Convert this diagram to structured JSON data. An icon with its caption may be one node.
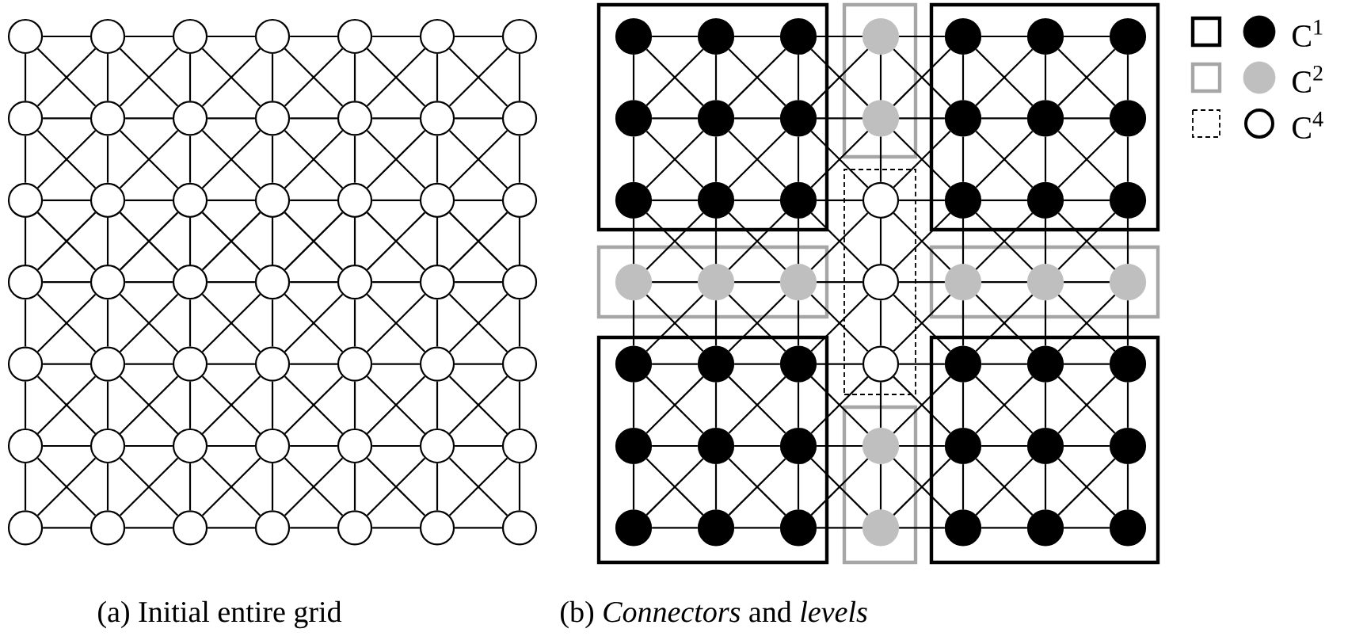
{
  "diagram": {
    "nodes": [
      {
        "text": [],
        "shape": "circle"
      },
      {
        "text": [],
        "shape": "circle"
      },
      {
        "text": [],
        "shape": "circle"
      },
      {
        "text": [],
        "shape": "circle"
      },
      {
        "text": [],
        "shape": "circle"
      },
      {
        "text": [],
        "shape": "circle"
      },
      {
        "text": [],
        "shape": "circle"
      },
      {
        "text": [],
        "shape": "circle"
      },
      {
        "text": [],
        "shape": "circle"
      },
      {
        "text": [],
        "shape": "circle"
      },
      {
        "text": [],
        "shape": "circle"
      },
      {
        "text": [],
        "shape": "circle"
      },
      {
        "text": [],
        "shape": "circle"
      },
      {
        "text": [],
        "shape": "circle"
      },
      {
        "text": [],
        "shape": "circle"
      },
      {
        "text": [],
        "shape": "circle"
      },
      {
        "text": [],
        "shape": "circle"
      },
      {
        "text": [],
        "shape": "circle"
      },
      {
        "text": [],
        "shape": "circle"
      },
      {
        "text": [],
        "shape": "circle"
      },
      {
        "text": [],
        "shape": "circle"
      },
      {
        "text": [],
        "shape": "circle"
      },
      {
        "text": [],
        "shape": "circle"
      },
      {
        "text": [],
        "shape": "circle"
      },
      {
        "text": [],
        "shape": "circle"
      },
      {
        "text": [],
        "shape": "circle"
      },
      {
        "text": [],
        "shape": "circle"
      },
      {
        "text": [],
        "shape": "circle"
      },
      {
        "text": [],
        "shape": "circle"
      },
      {
        "text": [],
        "shape": "circle"
      },
      {
        "text": [],
        "shape": "circle"
      },
      {
        "text": [],
        "shape": "circle"
      },
      {
        "text": [],
        "shape": "circle"
      },
      {
        "text": [],
        "shape": "circle"
      },
      {
        "text": [],
        "shape": "circle"
      },
      {
        "text": [],
        "shape": "circle"
      },
      {
        "text": [],
        "shape": "circle"
      },
      {
        "text": [],
        "shape": "circle"
      },
      {
        "text": [],
        "shape": "circle"
      },
      {
        "text": [],
        "shape": "circle"
      },
      {
        "text": [],
        "shape": "circle"
      },
      {
        "text": [],
        "shape": "circle"
      },
      {
        "text": [],
        "shape": "circle"
      },
      {
        "text": [],
        "shape": "circle"
      },
      {
        "text": [],
        "shape": "circle"
      },
      {
        "text": [],
        "shape": "circle"
      },
      {
        "text": [],
        "shape": "circle"
      },
      {
        "text": [],
        "shape": "circle"
      },
      {
        "text": [],
        "shape": "circle"
      },
      {
        "text": [],
        "shape": "box"
      },
      {
        "text": [],
        "shape": "box"
      },
      {
        "text": [],
        "shape": "box"
      },
      {
        "text": [],
        "shape": "box"
      },
      {
        "text": [],
        "shape": "box"
      },
      {
        "text": [],
        "shape": "box"
      },
      {
        "text": [],
        "shape": "box"
      },
      {
        "text": [],
        "shape": "box"
      },
      {
        "text": [],
        "shape": "box"
      },
      {
        "text": [],
        "shape": "circle",
        "in": 49
      },
      {
        "text": [],
        "shape": "circle",
        "in": 49
      },
      {
        "text": [],
        "shape": "circle",
        "in": 49
      },
      {
        "text": [],
        "shape": "circle",
        "in": 50
      },
      {
        "text": [],
        "shape": "circle",
        "in": 51
      },
      {
        "text": [],
        "shape": "circle",
        "in": 51
      },
      {
        "text": [],
        "shape": "circle",
        "in": 51
      },
      {
        "text": [],
        "shape": "circle",
        "in": 49
      },
      {
        "text": [],
        "shape": "circle",
        "in": 49
      },
      {
        "text": [],
        "shape": "circle",
        "in": 49
      },
      {
        "text": [],
        "shape": "circle",
        "in": 50
      },
      {
        "text": [],
        "shape": "circle",
        "in": 51
      },
      {
        "text": [],
        "shape": "circle",
        "in": 51
      },
      {
        "text": [],
        "shape": "circle",
        "in": 51
      },
      {
        "text": [],
        "shape": "circle",
        "in": 49
      },
      {
        "text": [],
        "shape": "circle",
        "in": 49
      },
      {
        "text": [],
        "shape": "circle",
        "in": 49
      },
      {
        "text": [],
        "shape": "circle",
        "in": 53
      },
      {
        "text": [],
        "shape": "circle",
        "in": 51
      },
      {
        "text": [],
        "shape": "circle",
        "in": 51
      },
      {
        "text": [],
        "shape": "circle",
        "in": 51
      },
      {
        "text": [],
        "shape": "circle",
        "in": 52
      },
      {
        "text": [],
        "shape": "circle",
        "in": 52
      },
      {
        "text": [],
        "shape": "circle",
        "in": 52
      },
      {
        "text": [],
        "shape": "circle",
        "in": 53
      },
      {
        "text": [],
        "shape": "circle",
        "in": 54
      },
      {
        "text": [],
        "shape": "circle",
        "in": 54
      },
      {
        "text": [],
        "shape": "circle",
        "in": 54
      },
      {
        "text": [],
        "shape": "circle",
        "in": 55
      },
      {
        "text": [],
        "shape": "circle",
        "in": 55
      },
      {
        "text": [],
        "shape": "circle",
        "in": 55
      },
      {
        "text": [],
        "shape": "circle",
        "in": 53
      },
      {
        "text": [],
        "shape": "circle",
        "in": 57
      },
      {
        "text": [],
        "shape": "circle",
        "in": 57
      },
      {
        "text": [],
        "shape": "circle",
        "in": 57
      },
      {
        "text": [],
        "shape": "circle",
        "in": 55
      },
      {
        "text": [],
        "shape": "circle",
        "in": 55
      },
      {
        "text": [],
        "shape": "circle",
        "in": 55
      },
      {
        "text": [],
        "shape": "circle",
        "in": 56
      },
      {
        "text": [],
        "shape": "circle",
        "in": 57
      },
      {
        "text": [],
        "shape": "circle",
        "in": 57
      },
      {
        "text": [],
        "shape": "circle",
        "in": 57
      },
      {
        "text": [],
        "shape": "circle",
        "in": 55
      },
      {
        "text": [],
        "shape": "circle",
        "in": 55
      },
      {
        "text": [],
        "shape": "circle",
        "in": 55
      },
      {
        "text": [],
        "shape": "circle",
        "in": 56
      },
      {
        "text": [],
        "shape": "circle",
        "in": 57
      },
      {
        "text": [],
        "shape": "circle",
        "in": 57
      },
      {
        "text": [],
        "shape": "circle",
        "in": 57
      }
    ],
    "edges": [
      {
        "from": 0,
        "to": 1,
        "arrow": "none"
      },
      {
        "from": 1,
        "to": 2,
        "arrow": "none"
      },
      {
        "from": 2,
        "to": 3,
        "arrow": "none"
      },
      {
        "from": 3,
        "to": 4,
        "arrow": "none"
      },
      {
        "from": 4,
        "to": 5,
        "arrow": "none"
      },
      {
        "from": 5,
        "to": 6,
        "arrow": "none"
      },
      {
        "from": 7,
        "to": 8,
        "arrow": "none"
      },
      {
        "from": 8,
        "to": 9,
        "arrow": "none"
      },
      {
        "from": 9,
        "to": 10,
        "arrow": "none"
      },
      {
        "from": 10,
        "to": 11,
        "arrow": "none"
      },
      {
        "from": 11,
        "to": 12,
        "arrow": "none"
      },
      {
        "from": 12,
        "to": 13,
        "arrow": "none"
      },
      {
        "from": 14,
        "to": 15,
        "arrow": "none"
      },
      {
        "from": 15,
        "to": 16,
        "arrow": "none"
      },
      {
        "from": 16,
        "to": 17,
        "arrow": "none"
      },
      {
        "from": 17,
        "to": 18,
        "arrow": "none"
      },
      {
        "from": 18,
        "to": 19,
        "arrow": "none"
      },
      {
        "from": 19,
        "to": 20,
        "arrow": "none"
      },
      {
        "from": 21,
        "to": 22,
        "arrow": "none"
      },
      {
        "from": 22,
        "to": 23,
        "arrow": "none"
      },
      {
        "from": 23,
        "to": 24,
        "arrow": "none"
      },
      {
        "from": 24,
        "to": 25,
        "arrow": "none"
      },
      {
        "from": 25,
        "to": 26,
        "arrow": "none"
      },
      {
        "from": 26,
        "to": 27,
        "arrow": "none"
      },
      {
        "from": 28,
        "to": 29,
        "arrow": "none"
      },
      {
        "from": 29,
        "to": 30,
        "arrow": "none"
      },
      {
        "from": 30,
        "to": 31,
        "arrow": "none"
      },
      {
        "from": 31,
        "to": 32,
        "arrow": "none"
      },
      {
        "from": 32,
        "to": 33,
        "arrow": "none"
      },
      {
        "from": 33,
        "to": 34,
        "arrow": "none"
      },
      {
        "from": 35,
        "to": 36,
        "arrow": "none"
      },
      {
        "from": 36,
        "to": 37,
        "arrow": "none"
      },
      {
        "from": 37,
        "to": 38,
        "arrow": "none"
      },
      {
        "from": 38,
        "to": 39,
        "arrow": "none"
      },
      {
        "from": 39,
        "to": 40,
        "arrow": "none"
      },
      {
        "from": 40,
        "to": 41,
        "arrow": "none"
      },
      {
        "from": 42,
        "to": 43,
        "arrow": "none"
      },
      {
        "from": 43,
        "to": 44,
        "arrow": "none"
      },
      {
        "from": 44,
        "to": 45,
        "arrow": "none"
      },
      {
        "from": 45,
        "to": 46,
        "arrow": "none"
      },
      {
        "from": 46,
        "to": 47,
        "arrow": "none"
      },
      {
        "from": 47,
        "to": 48,
        "arrow": "none"
      },
      {
        "from": 0,
        "to": 7,
        "arrow": "none"
      },
      {
        "from": 1,
        "to": 8,
        "arrow": "none"
      },
      {
        "from": 2,
        "to": 9,
        "arrow": "none"
      },
      {
        "from": 3,
        "to": 10,
        "arrow": "none"
      },
      {
        "from": 4,
        "to": 11,
        "arrow": "none"
      },
      {
        "from": 5,
        "to": 12,
        "arrow": "none"
      },
      {
        "from": 6,
        "to": 13,
        "arrow": "none"
      },
      {
        "from": 7,
        "to": 14,
        "arrow": "none"
      },
      {
        "from": 8,
        "to": 15,
        "arrow": "none"
      },
      {
        "from": 9,
        "to": 16,
        "arrow": "none"
      },
      {
        "from": 10,
        "to": 17,
        "arrow": "none"
      },
      {
        "from": 11,
        "to": 18,
        "arrow": "none"
      },
      {
        "from": 12,
        "to": 19,
        "arrow": "none"
      },
      {
        "from": 13,
        "to": 20,
        "arrow": "none"
      },
      {
        "from": 14,
        "to": 21,
        "arrow": "none"
      },
      {
        "from": 15,
        "to": 22,
        "arrow": "none"
      },
      {
        "from": 16,
        "to": 23,
        "arrow": "none"
      },
      {
        "from": 17,
        "to": 24,
        "arrow": "none"
      },
      {
        "from": 18,
        "to": 25,
        "arrow": "none"
      },
      {
        "from": 19,
        "to": 26,
        "arrow": "none"
      },
      {
        "from": 20,
        "to": 27,
        "arrow": "none"
      },
      {
        "from": 21,
        "to": 28,
        "arrow": "none"
      },
      {
        "from": 22,
        "to": 29,
        "arrow": "none"
      },
      {
        "from": 23,
        "to": 30,
        "arrow": "none"
      },
      {
        "from": 24,
        "to": 31,
        "arrow": "none"
      },
      {
        "from": 25,
        "to": 32,
        "arrow": "none"
      },
      {
        "from": 26,
        "to": 33,
        "arrow": "none"
      },
      {
        "from": 27,
        "to": 34,
        "arrow": "none"
      },
      {
        "from": 28,
        "to": 35,
        "arrow": "none"
      },
      {
        "from": 29,
        "to": 36,
        "arrow": "none"
      },
      {
        "from": 30,
        "to": 37,
        "arrow": "none"
      },
      {
        "from": 31,
        "to": 38,
        "arrow": "none"
      },
      {
        "from": 32,
        "to": 39,
        "arrow": "none"
      },
      {
        "from": 33,
        "to": 40,
        "arrow": "none"
      },
      {
        "from": 34,
        "to": 41,
        "arrow": "none"
      },
      {
        "from": 35,
        "to": 42,
        "arrow": "none"
      },
      {
        "from": 36,
        "to": 43,
        "arrow": "none"
      },
      {
        "from": 37,
        "to": 44,
        "arrow": "none"
      },
      {
        "from": 38,
        "to": 45,
        "arrow": "none"
      },
      {
        "from": 39,
        "to": 46,
        "arrow": "none"
      },
      {
        "from": 40,
        "to": 47,
        "arrow": "none"
      },
      {
        "from": 41,
        "to": 48,
        "arrow": "none"
      },
      {
        "from": 0,
        "to": 8,
        "arrow": "none"
      },
      {
        "from": 1,
        "to": 9,
        "arrow": "none"
      },
      {
        "from": 2,
        "to": 10,
        "arrow": "none"
      },
      {
        "from": 3,
        "to": 11,
        "arrow": "none"
      },
      {
        "from": 4,
        "to": 12,
        "arrow": "none"
      },
      {
        "from": 5,
        "to": 13,
        "arrow": "none"
      },
      {
        "from": 7,
        "to": 15,
        "arrow": "none"
      },
      {
        "from": 8,
        "to": 16,
        "arrow": "none"
      },
      {
        "from": 9,
        "to": 17,
        "arrow": "none"
      },
      {
        "from": 10,
        "to": 18,
        "arrow": "none"
      },
      {
        "from": 11,
        "to": 19,
        "arrow": "none"
      },
      {
        "from": 12,
        "to": 20,
        "arrow": "none"
      },
      {
        "from": 14,
        "to": 22,
        "arrow": "none"
      },
      {
        "from": 15,
        "to": 23,
        "arrow": "none"
      },
      {
        "from": 16,
        "to": 24,
        "arrow": "none"
      },
      {
        "from": 17,
        "to": 25,
        "arrow": "none"
      },
      {
        "from": 18,
        "to": 26,
        "arrow": "none"
      },
      {
        "from": 19,
        "to": 27,
        "arrow": "none"
      },
      {
        "from": 21,
        "to": 29,
        "arrow": "none"
      },
      {
        "from": 22,
        "to": 30,
        "arrow": "none"
      },
      {
        "from": 23,
        "to": 31,
        "arrow": "none"
      },
      {
        "from": 24,
        "to": 32,
        "arrow": "none"
      },
      {
        "from": 25,
        "to": 33,
        "arrow": "none"
      },
      {
        "from": 26,
        "to": 34,
        "arrow": "none"
      },
      {
        "from": 28,
        "to": 36,
        "arrow": "none"
      },
      {
        "from": 29,
        "to": 37,
        "arrow": "none"
      },
      {
        "from": 30,
        "to": 38,
        "arrow": "none"
      },
      {
        "from": 31,
        "to": 39,
        "arrow": "none"
      },
      {
        "from": 32,
        "to": 40,
        "arrow": "none"
      },
      {
        "from": 33,
        "to": 41,
        "arrow": "none"
      },
      {
        "from": 35,
        "to": 43,
        "arrow": "none"
      },
      {
        "from": 36,
        "to": 44,
        "arrow": "none"
      },
      {
        "from": 37,
        "to": 45,
        "arrow": "none"
      },
      {
        "from": 38,
        "to": 46,
        "arrow": "none"
      },
      {
        "from": 39,
        "to": 47,
        "arrow": "none"
      },
      {
        "from": 40,
        "to": 48,
        "arrow": "none"
      },
      {
        "from": 1,
        "to": 7,
        "arrow": "none"
      },
      {
        "from": 2,
        "to": 8,
        "arrow": "none"
      },
      {
        "from": 3,
        "to": 9,
        "arrow": "none"
      },
      {
        "from": 4,
        "to": 10,
        "arrow": "none"
      },
      {
        "from": 5,
        "to": 11,
        "arrow": "none"
      },
      {
        "from": 6,
        "to": 12,
        "arrow": "none"
      },
      {
        "from": 8,
        "to": 14,
        "arrow": "none"
      },
      {
        "from": 9,
        "to": 15,
        "arrow": "none"
      },
      {
        "from": 10,
        "to": 16,
        "arrow": "none"
      },
      {
        "from": 11,
        "to": 17,
        "arrow": "none"
      },
      {
        "from": 12,
        "to": 18,
        "arrow": "none"
      },
      {
        "from": 13,
        "to": 19,
        "arrow": "none"
      },
      {
        "from": 15,
        "to": 21,
        "arrow": "none"
      },
      {
        "from": 16,
        "to": 22,
        "arrow": "none"
      },
      {
        "from": 17,
        "to": 23,
        "arrow": "none"
      },
      {
        "from": 18,
        "to": 24,
        "arrow": "none"
      },
      {
        "from": 19,
        "to": 25,
        "arrow": "none"
      },
      {
        "from": 20,
        "to": 26,
        "arrow": "none"
      },
      {
        "from": 22,
        "to": 28,
        "arrow": "none"
      },
      {
        "from": 23,
        "to": 29,
        "arrow": "none"
      },
      {
        "from": 24,
        "to": 30,
        "arrow": "none"
      },
      {
        "from": 25,
        "to": 31,
        "arrow": "none"
      },
      {
        "from": 26,
        "to": 32,
        "arrow": "none"
      },
      {
        "from": 27,
        "to": 33,
        "arrow": "none"
      },
      {
        "from": 29,
        "to": 35,
        "arrow": "none"
      },
      {
        "from": 30,
        "to": 36,
        "arrow": "none"
      },
      {
        "from": 31,
        "to": 37,
        "arrow": "none"
      },
      {
        "from": 32,
        "to": 38,
        "arrow": "none"
      },
      {
        "from": 33,
        "to": 39,
        "arrow": "none"
      },
      {
        "from": 34,
        "to": 40,
        "arrow": "none"
      },
      {
        "from": 36,
        "to": 42,
        "arrow": "none"
      },
      {
        "from": 37,
        "to": 43,
        "arrow": "none"
      },
      {
        "from": 38,
        "to": 44,
        "arrow": "none"
      },
      {
        "from": 39,
        "to": 45,
        "arrow": "none"
      },
      {
        "from": 40,
        "to": 46,
        "arrow": "none"
      },
      {
        "from": 41,
        "to": 47,
        "arrow": "none"
      },
      {
        "from": 58,
        "to": 59,
        "arrow": "none"
      },
      {
        "from": 59,
        "to": 60,
        "arrow": "none"
      },
      {
        "from": 60,
        "to": 61,
        "arrow": "none"
      },
      {
        "from": 61,
        "to": 62,
        "arrow": "none"
      },
      {
        "from": 62,
        "to": 63,
        "arrow": "none"
      },
      {
        "from": 63,
        "to": 64,
        "arrow": "none"
      },
      {
        "from": 65,
        "to": 66,
        "arrow": "none"
      },
      {
        "from": 66,
        "to": 67,
        "arrow": "none"
      },
      {
        "from": 67,
        "to": 68,
        "arrow": "none"
      },
      {
        "from": 68,
        "to": 69,
        "arrow": "none"
      },
      {
        "from": 69,
        "to": 70,
        "arrow": "none"
      },
      {
        "from": 70,
        "to": 71,
        "arrow": "none"
      },
      {
        "from": 72,
        "to": 73,
        "arrow": "none"
      },
      {
        "from": 73,
        "to": 74,
        "arrow": "none"
      },
      {
        "from": 74,
        "to": 75,
        "arrow": "none"
      },
      {
        "from": 75,
        "to": 76,
        "arrow": "none"
      },
      {
        "from": 76,
        "to": 77,
        "arrow": "none"
      },
      {
        "from": 77,
        "to": 78,
        "arrow": "none"
      },
      {
        "from": 79,
        "to": 80,
        "arrow": "none"
      },
      {
        "from": 80,
        "to": 81,
        "arrow": "none"
      },
      {
        "from": 81,
        "to": 82,
        "arrow": "none"
      },
      {
        "from": 82,
        "to": 83,
        "arrow": "none"
      },
      {
        "from": 83,
        "to": 84,
        "arrow": "none"
      },
      {
        "from": 84,
        "to": 85,
        "arrow": "none"
      },
      {
        "from": 86,
        "to": 87,
        "arrow": "none"
      },
      {
        "from": 87,
        "to": 88,
        "arrow": "none"
      },
      {
        "from": 88,
        "to": 89,
        "arrow": "none"
      },
      {
        "from": 89,
        "to": 90,
        "arrow": "none"
      },
      {
        "from": 90,
        "to": 91,
        "arrow": "none"
      },
      {
        "from": 91,
        "to": 92,
        "arrow": "none"
      },
      {
        "from": 93,
        "to": 94,
        "arrow": "none"
      },
      {
        "from": 94,
        "to": 95,
        "arrow": "none"
      },
      {
        "from": 95,
        "to": 96,
        "arrow": "none"
      },
      {
        "from": 96,
        "to": 97,
        "arrow": "none"
      },
      {
        "from": 97,
        "to": 98,
        "arrow": "none"
      },
      {
        "from": 98,
        "to": 99,
        "arrow": "none"
      },
      {
        "from": 100,
        "to": 101,
        "arrow": "none"
      },
      {
        "from": 101,
        "to": 102,
        "arrow": "none"
      },
      {
        "from": 102,
        "to": 103,
        "arrow": "none"
      },
      {
        "from": 103,
        "to": 104,
        "arrow": "none"
      },
      {
        "from": 104,
        "to": 105,
        "arrow": "none"
      },
      {
        "from": 105,
        "to": 106,
        "arrow": "none"
      },
      {
        "from": 58,
        "to": 65,
        "arrow": "none"
      },
      {
        "from": 59,
        "to": 66,
        "arrow": "none"
      },
      {
        "from": 60,
        "to": 67,
        "arrow": "none"
      },
      {
        "from": 61,
        "to": 68,
        "arrow": "none"
      },
      {
        "from": 62,
        "to": 69,
        "arrow": "none"
      },
      {
        "from": 63,
        "to": 70,
        "arrow": "none"
      },
      {
        "from": 64,
        "to": 71,
        "arrow": "none"
      },
      {
        "from": 65,
        "to": 72,
        "arrow": "none"
      },
      {
        "from": 66,
        "to": 73,
        "arrow": "none"
      },
      {
        "from": 67,
        "to": 74,
        "arrow": "none"
      },
      {
        "from": 68,
        "to": 75,
        "arrow": "none"
      },
      {
        "from": 69,
        "to": 76,
        "arrow": "none"
      },
      {
        "from": 70,
        "to": 77,
        "arrow": "none"
      },
      {
        "from": 71,
        "to": 78,
        "arrow": "none"
      },
      {
        "from": 72,
        "to": 79,
        "arrow": "none"
      },
      {
        "from": 73,
        "to": 80,
        "arrow": "none"
      },
      {
        "from": 74,
        "to": 81,
        "arrow": "none"
      },
      {
        "from": 75,
        "to": 82,
        "arrow": "none"
      },
      {
        "from": 76,
        "to": 83,
        "arrow": "none"
      },
      {
        "from": 77,
        "to": 84,
        "arrow": "none"
      },
      {
        "from": 78,
        "to": 85,
        "arrow": "none"
      },
      {
        "from": 79,
        "to": 86,
        "arrow": "none"
      },
      {
        "from": 80,
        "to": 87,
        "arrow": "none"
      },
      {
        "from": 81,
        "to": 88,
        "arrow": "none"
      },
      {
        "from": 82,
        "to": 89,
        "arrow": "none"
      },
      {
        "from": 83,
        "to": 90,
        "arrow": "none"
      },
      {
        "from": 84,
        "to": 91,
        "arrow": "none"
      },
      {
        "from": 85,
        "to": 92,
        "arrow": "none"
      },
      {
        "from": 86,
        "to": 93,
        "arrow": "none"
      },
      {
        "from": 87,
        "to": 94,
        "arrow": "none"
      },
      {
        "from": 88,
        "to": 95,
        "arrow": "none"
      },
      {
        "from": 89,
        "to": 96,
        "arrow": "none"
      },
      {
        "from": 90,
        "to": 97,
        "arrow": "none"
      },
      {
        "from": 91,
        "to": 98,
        "arrow": "none"
      },
      {
        "from": 92,
        "to": 99,
        "arrow": "none"
      },
      {
        "from": 93,
        "to": 100,
        "arrow": "none"
      },
      {
        "from": 94,
        "to": 101,
        "arrow": "none"
      },
      {
        "from": 95,
        "to": 102,
        "arrow": "none"
      },
      {
        "from": 96,
        "to": 103,
        "arrow": "none"
      },
      {
        "from": 97,
        "to": 104,
        "arrow": "none"
      },
      {
        "from": 98,
        "to": 105,
        "arrow": "none"
      },
      {
        "from": 99,
        "to": 106,
        "arrow": "none"
      },
      {
        "from": 58,
        "to": 66,
        "arrow": "none"
      },
      {
        "from": 59,
        "to": 67,
        "arrow": "none"
      },
      {
        "from": 60,
        "to": 68,
        "arrow": "none"
      },
      {
        "from": 61,
        "to": 69,
        "arrow": "none"
      },
      {
        "from": 62,
        "to": 70,
        "arrow": "none"
      },
      {
        "from": 63,
        "to": 71,
        "arrow": "none"
      },
      {
        "from": 65,
        "to": 73,
        "arrow": "none"
      },
      {
        "from": 66,
        "to": 74,
        "arrow": "none"
      },
      {
        "from": 67,
        "to": 75,
        "arrow": "none"
      },
      {
        "from": 68,
        "to": 76,
        "arrow": "none"
      },
      {
        "from": 69,
        "to": 77,
        "arrow": "none"
      },
      {
        "from": 70,
        "to": 78,
        "arrow": "none"
      },
      {
        "from": 72,
        "to": 80,
        "arrow": "none"
      },
      {
        "from": 73,
        "to": 81,
        "arrow": "none"
      },
      {
        "from": 74,
        "to": 82,
        "arrow": "none"
      },
      {
        "from": 75,
        "to": 83,
        "arrow": "none"
      },
      {
        "from": 76,
        "to": 84,
        "arrow": "none"
      },
      {
        "from": 77,
        "to": 85,
        "arrow": "none"
      },
      {
        "from": 79,
        "to": 87,
        "arrow": "none"
      },
      {
        "from": 80,
        "to": 88,
        "arrow": "none"
      },
      {
        "from": 81,
        "to": 89,
        "arrow": "none"
      },
      {
        "from": 82,
        "to": 90,
        "arrow": "none"
      },
      {
        "from": 83,
        "to": 91,
        "arrow": "none"
      },
      {
        "from": 84,
        "to": 92,
        "arrow": "none"
      },
      {
        "from": 86,
        "to": 94,
        "arrow": "none"
      },
      {
        "from": 87,
        "to": 95,
        "arrow": "none"
      },
      {
        "from": 88,
        "to": 96,
        "arrow": "none"
      },
      {
        "from": 89,
        "to": 97,
        "arrow": "none"
      },
      {
        "from": 90,
        "to": 98,
        "arrow": "none"
      },
      {
        "from": 91,
        "to": 99,
        "arrow": "none"
      },
      {
        "from": 93,
        "to": 101,
        "arrow": "none"
      },
      {
        "from": 94,
        "to": 102,
        "arrow": "none"
      },
      {
        "from": 95,
        "to": 103,
        "arrow": "none"
      },
      {
        "from": 96,
        "to": 104,
        "arrow": "none"
      },
      {
        "from": 97,
        "to": 105,
        "arrow": "none"
      },
      {
        "from": 98,
        "to": 106,
        "arrow": "none"
      },
      {
        "from": 59,
        "to": 65,
        "arrow": "none"
      },
      {
        "from": 60,
        "to": 66,
        "arrow": "none"
      },
      {
        "from": 61,
        "to": 67,
        "arrow": "none"
      },
      {
        "from": 62,
        "to": 68,
        "arrow": "none"
      },
      {
        "from": 63,
        "to": 69,
        "arrow": "none"
      },
      {
        "from": 64,
        "to": 70,
        "arrow": "none"
      },
      {
        "from": 66,
        "to": 72,
        "arrow": "none"
      },
      {
        "from": 67,
        "to": 73,
        "arrow": "none"
      },
      {
        "from": 68,
        "to": 74,
        "arrow": "none"
      },
      {
        "from": 69,
        "to": 75,
        "arrow": "none"
      },
      {
        "from": 70,
        "to": 76,
        "arrow": "none"
      },
      {
        "from": 71,
        "to": 77,
        "arrow": "none"
      },
      {
        "from": 73,
        "to": 79,
        "arrow": "none"
      },
      {
        "from": 74,
        "to": 80,
        "arrow": "none"
      },
      {
        "from": 75,
        "to": 81,
        "arrow": "none"
      },
      {
        "from": 76,
        "to": 82,
        "arrow": "none"
      },
      {
        "from": 77,
        "to": 83,
        "arrow": "none"
      },
      {
        "from": 78,
        "to": 84,
        "arrow": "none"
      },
      {
        "from": 80,
        "to": 86,
        "arrow": "none"
      },
      {
        "from": 81,
        "to": 87,
        "arrow": "none"
      },
      {
        "from": 82,
        "to": 88,
        "arrow": "none"
      },
      {
        "from": 83,
        "to": 89,
        "arrow": "none"
      },
      {
        "from": 84,
        "to": 90,
        "arrow": "none"
      },
      {
        "from": 85,
        "to": 91,
        "arrow": "none"
      },
      {
        "from": 87,
        "to": 93,
        "arrow": "none"
      },
      {
        "from": 88,
        "to": 94,
        "arrow": "none"
      },
      {
        "from": 89,
        "to": 95,
        "arrow": "none"
      },
      {
        "from": 90,
        "to": 96,
        "arrow": "none"
      },
      {
        "from": 91,
        "to": 97,
        "arrow": "none"
      },
      {
        "from": 92,
        "to": 98,
        "arrow": "none"
      },
      {
        "from": 94,
        "to": 100,
        "arrow": "none"
      },
      {
        "from": 95,
        "to": 101,
        "arrow": "none"
      },
      {
        "from": 96,
        "to": 102,
        "arrow": "none"
      },
      {
        "from": 97,
        "to": 103,
        "arrow": "none"
      },
      {
        "from": 98,
        "to": 104,
        "arrow": "none"
      },
      {
        "from": 99,
        "to": 105,
        "arrow": "none"
      }
    ],
    "labels": [
      "(a) Initial entire grid",
      "(b) *Connectors* and *levels*"
    ],
    "legend": [
      {
        "text": "C$^{1}$"
      },
      {
        "text": "C$^{2}$"
      },
      {
        "text": "C$^{4}$"
      }
    ]
  }
}
